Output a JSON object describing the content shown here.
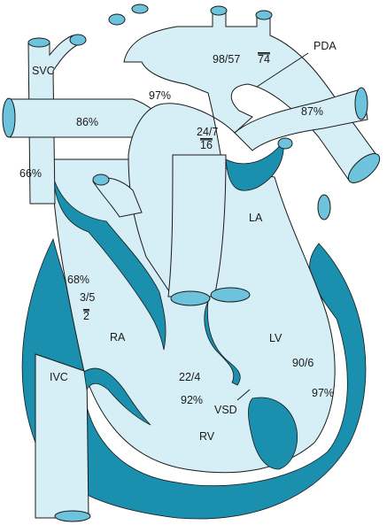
{
  "colors": {
    "chamber": "#d6eef5",
    "wall": "#1a8fae",
    "outline": "#1a1a1a",
    "vessel_end": "#6ec3dc",
    "background": "#ffffff"
  },
  "labels": {
    "svc": "SVC",
    "ivc": "IVC",
    "pda": "PDA",
    "ra": "RA",
    "la": "LA",
    "rv": "RV",
    "lv": "LV",
    "vsd": "VSD",
    "svc_sat": "66%",
    "rpa_sat": "86%",
    "aorta_sat": "97%",
    "aorta_pressure": "98/57",
    "aorta_mean": "74",
    "lpa_sat": "87%",
    "pa_pressure": "24/7",
    "pa_mean": "16",
    "ra_sat": "68%",
    "ra_pressure": "3/5",
    "ra_mean": "2",
    "rv_pressure": "22/4",
    "rv_sat": "92%",
    "lv_pressure": "90/6",
    "lv_sat": "97%"
  }
}
